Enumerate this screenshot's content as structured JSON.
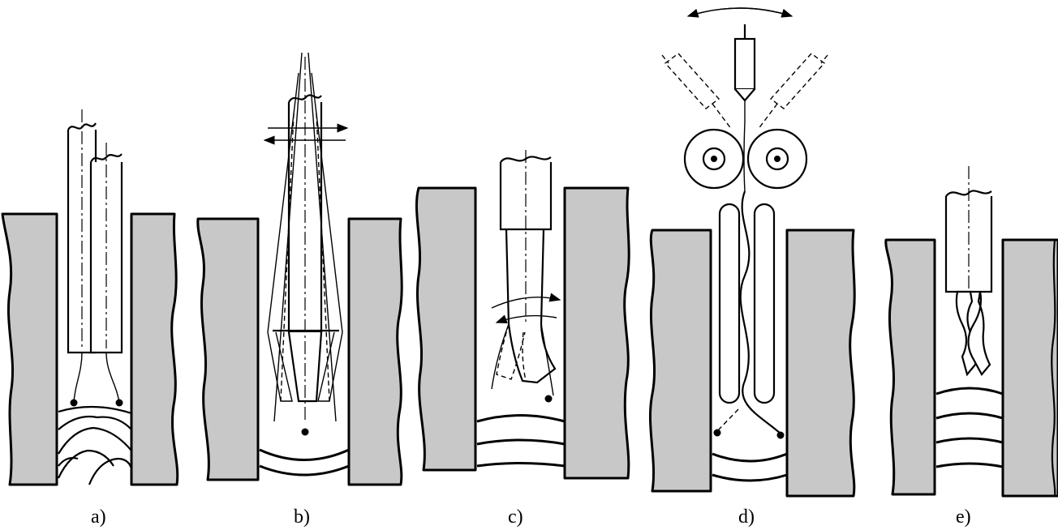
{
  "figure": {
    "labels": [
      "a)",
      "b)",
      "c)",
      "d)",
      "e)"
    ]
  }
}
